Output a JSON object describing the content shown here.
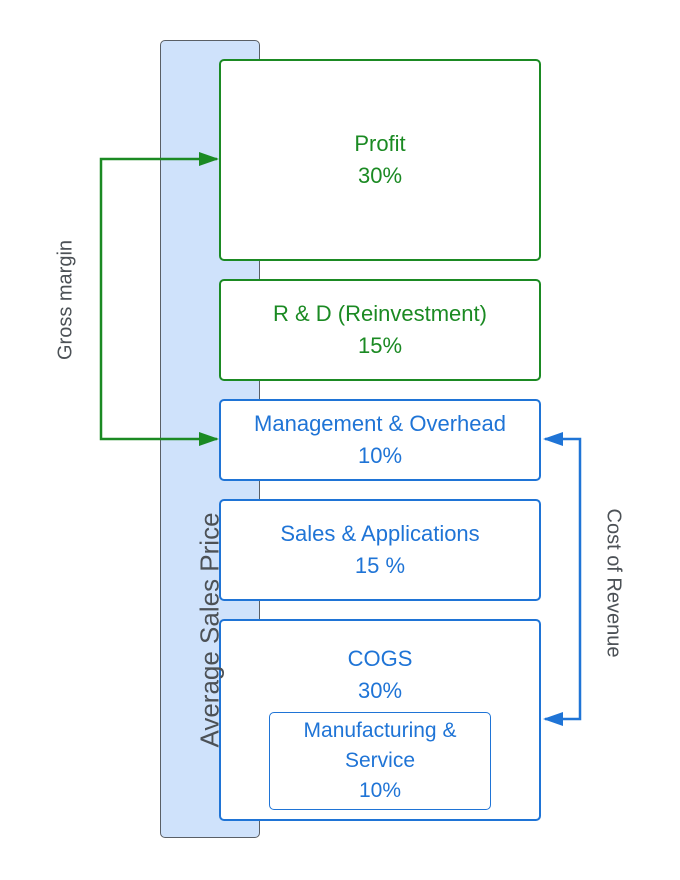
{
  "bar": {
    "label": "Average Sales Price"
  },
  "arrows": {
    "gross_margin": "Gross margin",
    "cost_of_revenue": "Cost of Revenue",
    "green_color": "#1b8a23",
    "blue_color": "#1f74d6"
  },
  "boxes": {
    "profit": {
      "label": "Profit",
      "value": "30%"
    },
    "rd": {
      "label": "R & D (Reinvestment)",
      "value": "15%"
    },
    "management": {
      "label": "Management & Overhead",
      "value": "10%"
    },
    "sales": {
      "label": "Sales & Applications",
      "value": "15 %"
    },
    "cogs": {
      "label": "COGS",
      "value": "30%"
    },
    "manufacturing": {
      "line1": "Manufacturing &",
      "line2": "Service",
      "value": "10%"
    }
  }
}
